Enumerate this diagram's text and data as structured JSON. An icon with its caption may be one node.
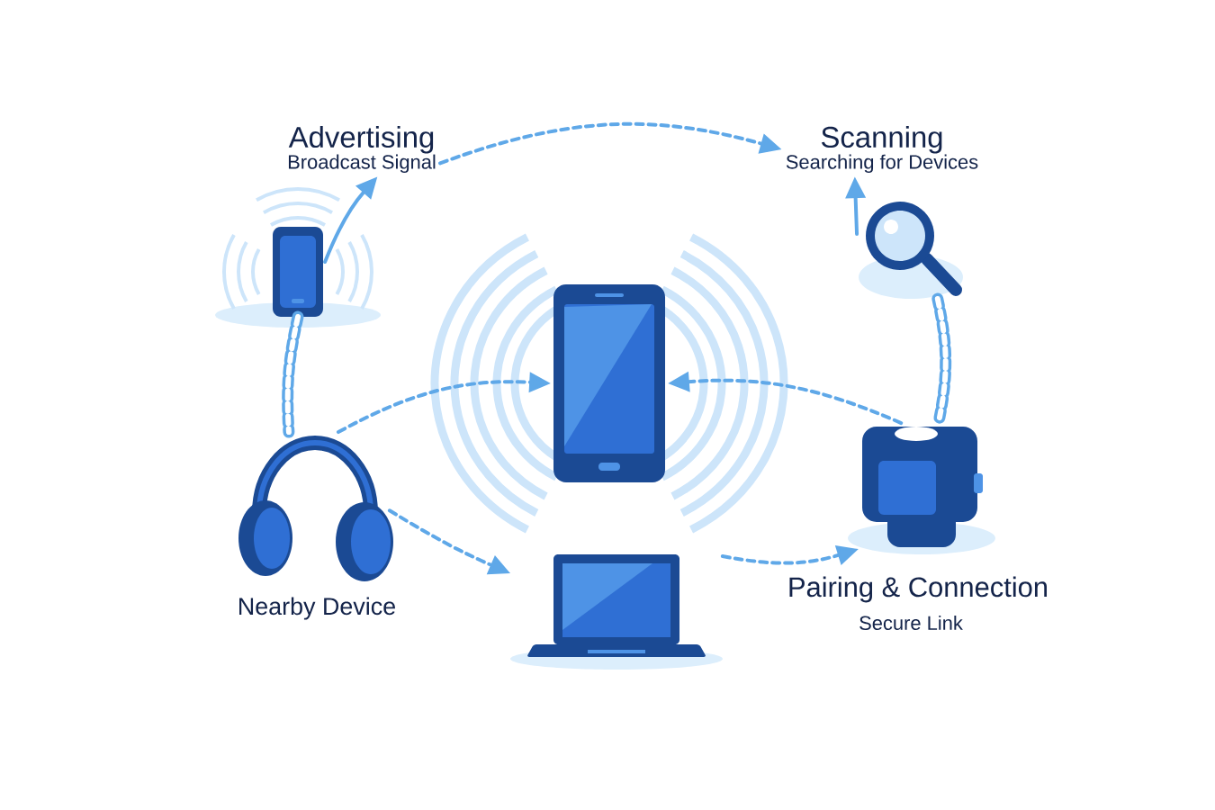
{
  "diagram": {
    "nodes": [
      {
        "text": [
          "Advertising",
          "Broadcast Signal"
        ]
      },
      {
        "text": [
          "Scanning",
          "Searching for Devices"
        ]
      },
      {
        "text": [],
        "shape": "picture"
      },
      {
        "text": [],
        "shape": "picture"
      },
      {
        "text": [],
        "shape": "picture"
      },
      {
        "text": [],
        "shape": "picture",
        "beside": [
          "Nearby Device"
        ]
      },
      {
        "text": [],
        "shape": "picture",
        "beside": [
          "Pairing & Connection",
          "Secure Link"
        ]
      },
      {
        "text": [],
        "shape": "picture"
      }
    ],
    "edges": [
      {
        "from": 2,
        "to": 0,
        "arrow": "to"
      },
      {
        "from": 0,
        "to": 1,
        "arrow": "to",
        "style": "dashed"
      },
      {
        "from": 3,
        "to": 1,
        "arrow": "to"
      },
      {
        "from": 2,
        "to": 5,
        "arrow": "none",
        "style": "dashed"
      },
      {
        "from": 5,
        "to": 4,
        "arrow": "to",
        "style": "dashed"
      },
      {
        "from": 3,
        "to": 6,
        "arrow": "none",
        "style": "dashed"
      },
      {
        "from": 6,
        "to": 4,
        "arrow": "to",
        "style": "dashed"
      },
      {
        "from": 5,
        "to": 7,
        "arrow": "to",
        "style": "dashed"
      },
      {
        "from": 7,
        "to": 6,
        "arrow": "to",
        "style": "dashed"
      }
    ]
  }
}
